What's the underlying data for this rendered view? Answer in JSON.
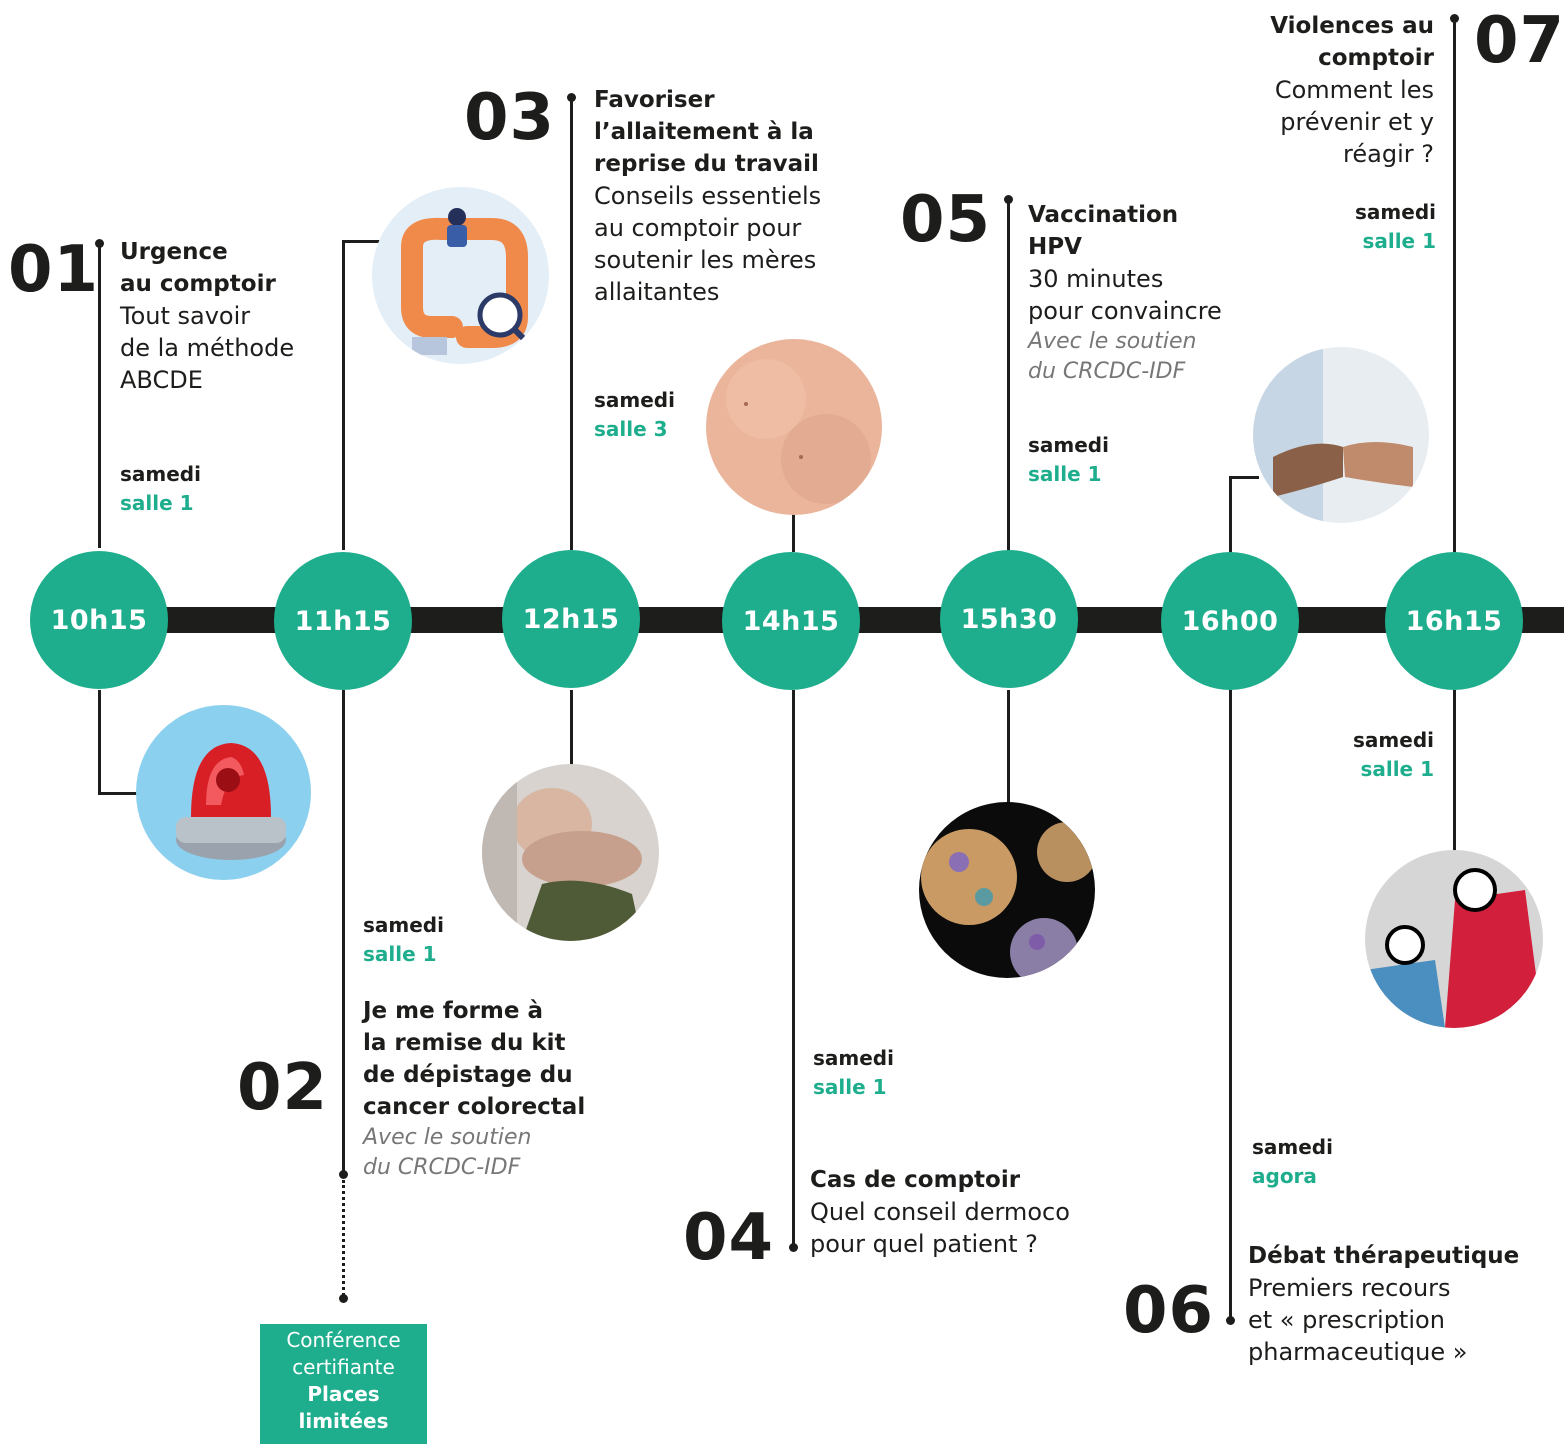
{
  "sessions": [
    {
      "num": "01",
      "time": "10h15",
      "title_lines": [
        "Urgence",
        "au comptoir"
      ],
      "desc_lines": [
        "Tout savoir",
        "de la méthode",
        "ABCDE"
      ],
      "day": "samedi",
      "room": "salle 1"
    },
    {
      "num": "02",
      "time": "11h15",
      "title_lines": [
        "Je me forme à",
        "la remise du kit",
        "de dépistage du",
        "cancer colorectal"
      ],
      "sub_lines": [
        "Avec le soutien",
        "du CRCDC-IDF"
      ],
      "day": "samedi",
      "room": "salle 1"
    },
    {
      "num": "03",
      "time": "12h15",
      "title_lines": [
        "Favoriser",
        "l’allaitement à la",
        "reprise du travail"
      ],
      "desc_lines": [
        "Conseils essentiels",
        "au comptoir pour",
        "soutenir les mères",
        "allaitantes"
      ],
      "day": "samedi",
      "room": "salle 3"
    },
    {
      "num": "04",
      "time": "14h15",
      "title_lines": [
        "Cas de comptoir"
      ],
      "desc_lines": [
        "Quel conseil dermoco",
        "pour quel patient ?"
      ],
      "day": "samedi",
      "room": "salle 1"
    },
    {
      "num": "05",
      "time": "15h30",
      "title_lines": [
        "Vaccination",
        "HPV"
      ],
      "desc_lines": [
        "30 minutes",
        "pour convaincre"
      ],
      "sub_lines": [
        "Avec le soutien",
        "du CRCDC-IDF"
      ],
      "day": "samedi",
      "room": "salle 1"
    },
    {
      "num": "06",
      "time": "16h00",
      "title_lines": [
        "Débat thérapeutique"
      ],
      "desc_lines": [
        "Premiers recours",
        "et « prescription",
        "pharmaceutique »"
      ],
      "day": "samedi",
      "room": "agora"
    },
    {
      "num": "07",
      "time": "16h15",
      "title_lines": [
        "Violences au",
        "comptoir"
      ],
      "desc_lines": [
        "Comment les",
        "prévenir et y",
        "réagir ?"
      ],
      "day": "samedi",
      "room": "salle 1"
    }
  ],
  "extra_day_labels": [
    {
      "day": "samedi",
      "room": "salle 1"
    }
  ],
  "badge": {
    "line1": "Conférence",
    "line2": "certifiante",
    "line3": "Places",
    "line4": "limitées"
  },
  "colors": {
    "accent": "#1fae8d",
    "ink": "#1d1d1b"
  }
}
